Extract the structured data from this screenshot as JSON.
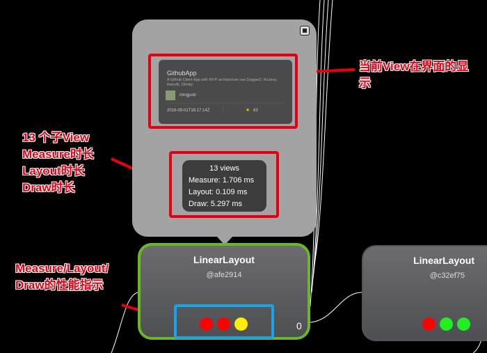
{
  "popup": {
    "card": {
      "title": "GithubApp",
      "description": "A Github Client App with MVP architecture use Dagger2, RxJava, Retrofit, Okhttp",
      "username": "mingjunli",
      "date": "2016-09-01T16:17:14Z",
      "star_icon": "star-icon",
      "stars": "63"
    },
    "stats": {
      "views": "13 views",
      "measure": "Measure: 1.706 ms",
      "layout": "Layout: 0.109 ms",
      "draw": "Draw: 5.297 ms"
    }
  },
  "nodes": [
    {
      "name": "LinearLayout",
      "id": "@afe2914",
      "indicators": [
        "#ff0000",
        "#ff0000",
        "#ffee00"
      ],
      "index": "0",
      "selected": true
    },
    {
      "name": "LinearLayout",
      "id": "@c32ef75",
      "indicators": [
        "#ff0000",
        "#22ee22",
        "#22ee22"
      ]
    }
  ],
  "annotations": {
    "view_display": [
      "当前View在界面的显",
      "示"
    ],
    "child_stats": [
      "13 个子View",
      "Measure时长",
      "Layout时长",
      "Draw时长"
    ],
    "perf": [
      "Measure/Layout/",
      "Draw的性能指示"
    ]
  },
  "colors": {
    "selected_border": "#6ab82a",
    "highlight_red": "#e60012",
    "highlight_blue": "#1aa3e8"
  }
}
